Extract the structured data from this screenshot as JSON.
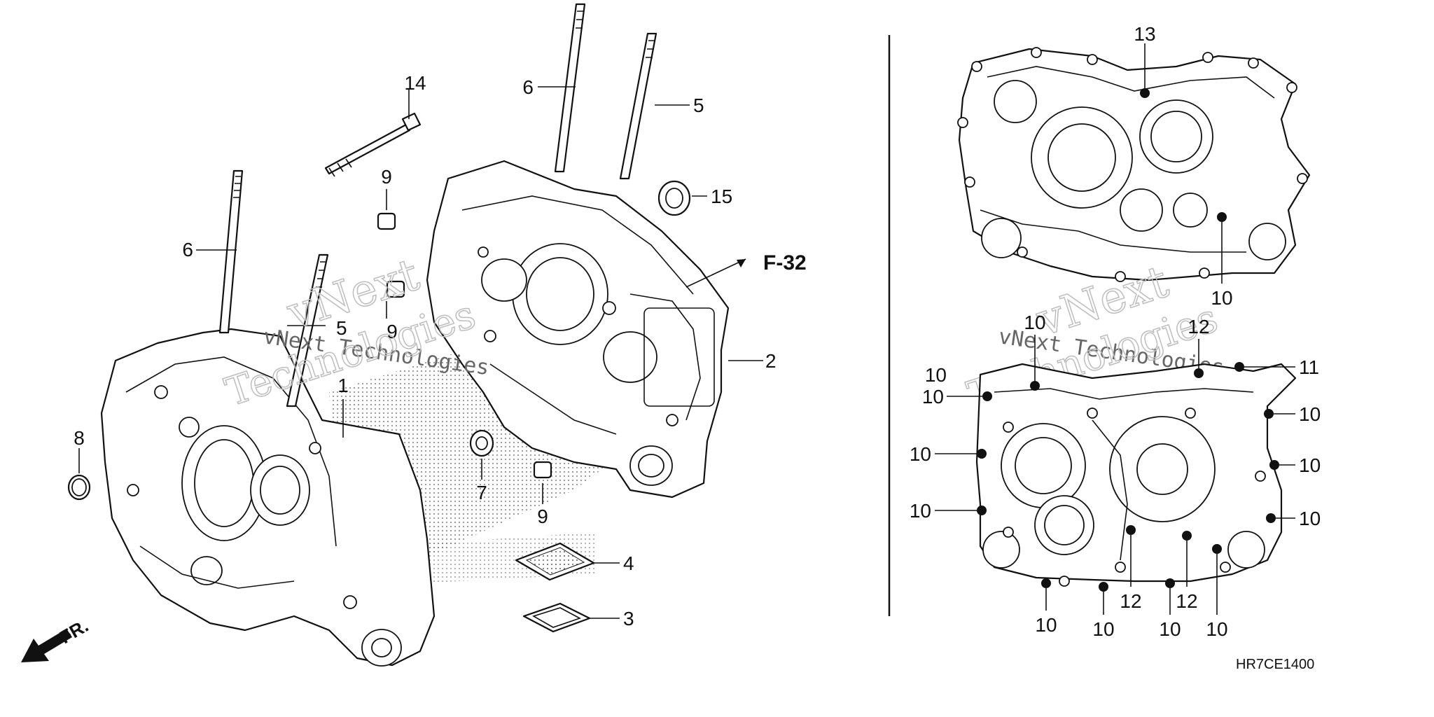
{
  "callouts_left": [
    {
      "id": "c14",
      "text": "14"
    },
    {
      "id": "c6a",
      "text": "6"
    },
    {
      "id": "c5a",
      "text": "5"
    },
    {
      "id": "c6b",
      "text": "6"
    },
    {
      "id": "c5b",
      "text": "5"
    },
    {
      "id": "c9a",
      "text": "9"
    },
    {
      "id": "c9b",
      "text": "9"
    },
    {
      "id": "c9c",
      "text": "9"
    },
    {
      "id": "c15",
      "text": "15"
    },
    {
      "id": "c1",
      "text": "1"
    },
    {
      "id": "c2",
      "text": "2"
    },
    {
      "id": "c8",
      "text": "8"
    },
    {
      "id": "c7",
      "text": "7"
    },
    {
      "id": "c4",
      "text": "4"
    },
    {
      "id": "c3",
      "text": "3"
    }
  ],
  "callouts_right": [
    {
      "id": "r13",
      "text": "13"
    },
    {
      "id": "r10top",
      "text": "10"
    },
    {
      "id": "r10a",
      "text": "10"
    },
    {
      "id": "r12a",
      "text": "12"
    },
    {
      "id": "r11",
      "text": "11"
    },
    {
      "id": "r10b",
      "text": "10"
    },
    {
      "id": "r10c",
      "text": "10"
    },
    {
      "id": "r10d",
      "text": "10"
    },
    {
      "id": "r10e",
      "text": "10"
    },
    {
      "id": "r10f",
      "text": "10"
    },
    {
      "id": "r10g",
      "text": "10"
    },
    {
      "id": "r10h",
      "text": "10"
    },
    {
      "id": "r12b",
      "text": "12"
    },
    {
      "id": "r12c",
      "text": "12"
    },
    {
      "id": "r10i",
      "text": "10"
    },
    {
      "id": "r10j",
      "text": "10"
    },
    {
      "id": "r10k",
      "text": "10"
    },
    {
      "id": "r10l",
      "text": "10"
    }
  ],
  "reference": "F-32",
  "front_marker": "FR.",
  "diagram_code": "HR7CE1400",
  "watermark_left": {
    "brand": "vNext",
    "line": "vNext Technologies",
    "word": "Technologies"
  },
  "watermark_right": {
    "brand": "vNext",
    "line": "vNext Technologies",
    "word": "Technologies"
  }
}
